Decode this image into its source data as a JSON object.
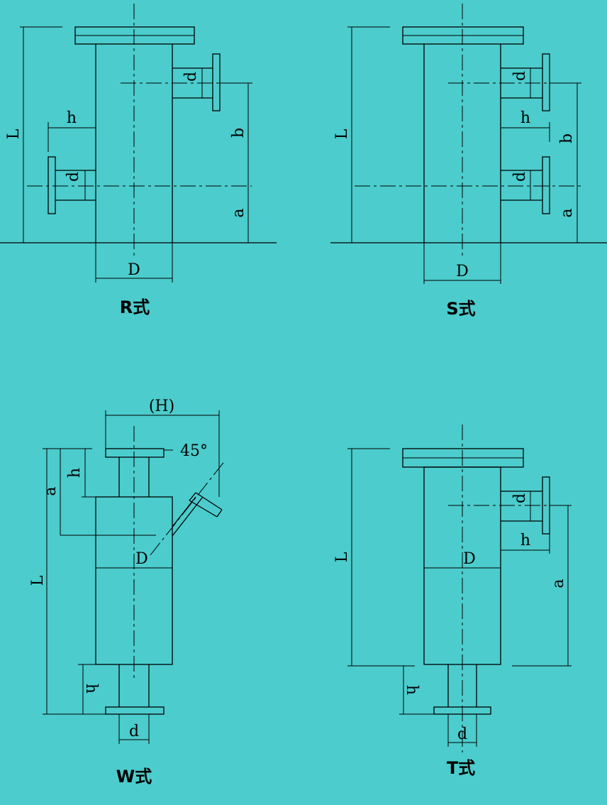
{
  "figures": [
    {
      "id": "r",
      "caption": "R式",
      "labels": {
        "L": "L",
        "h": "h",
        "d_left": "d",
        "d_right": "d",
        "b": "b",
        "a": "a",
        "D": "D"
      }
    },
    {
      "id": "s",
      "caption": "S式",
      "labels": {
        "L": "L",
        "d_top": "d",
        "h": "h",
        "b": "b",
        "d_bottom": "d",
        "a": "a",
        "D": "D"
      }
    },
    {
      "id": "w",
      "caption": "W式",
      "labels": {
        "H": "(H)",
        "angle": "45°",
        "h_top": "h",
        "a": "a",
        "D": "D",
        "L": "L",
        "h_bottom": "h",
        "d": "d"
      }
    },
    {
      "id": "t",
      "caption": "T式",
      "labels": {
        "L": "L",
        "d_side": "d",
        "h_side": "h",
        "D": "D",
        "a": "a",
        "h_bottom": "h",
        "d_bottom": "d"
      }
    }
  ],
  "colors": {
    "background": "#4ccccc",
    "line": "#000000"
  }
}
